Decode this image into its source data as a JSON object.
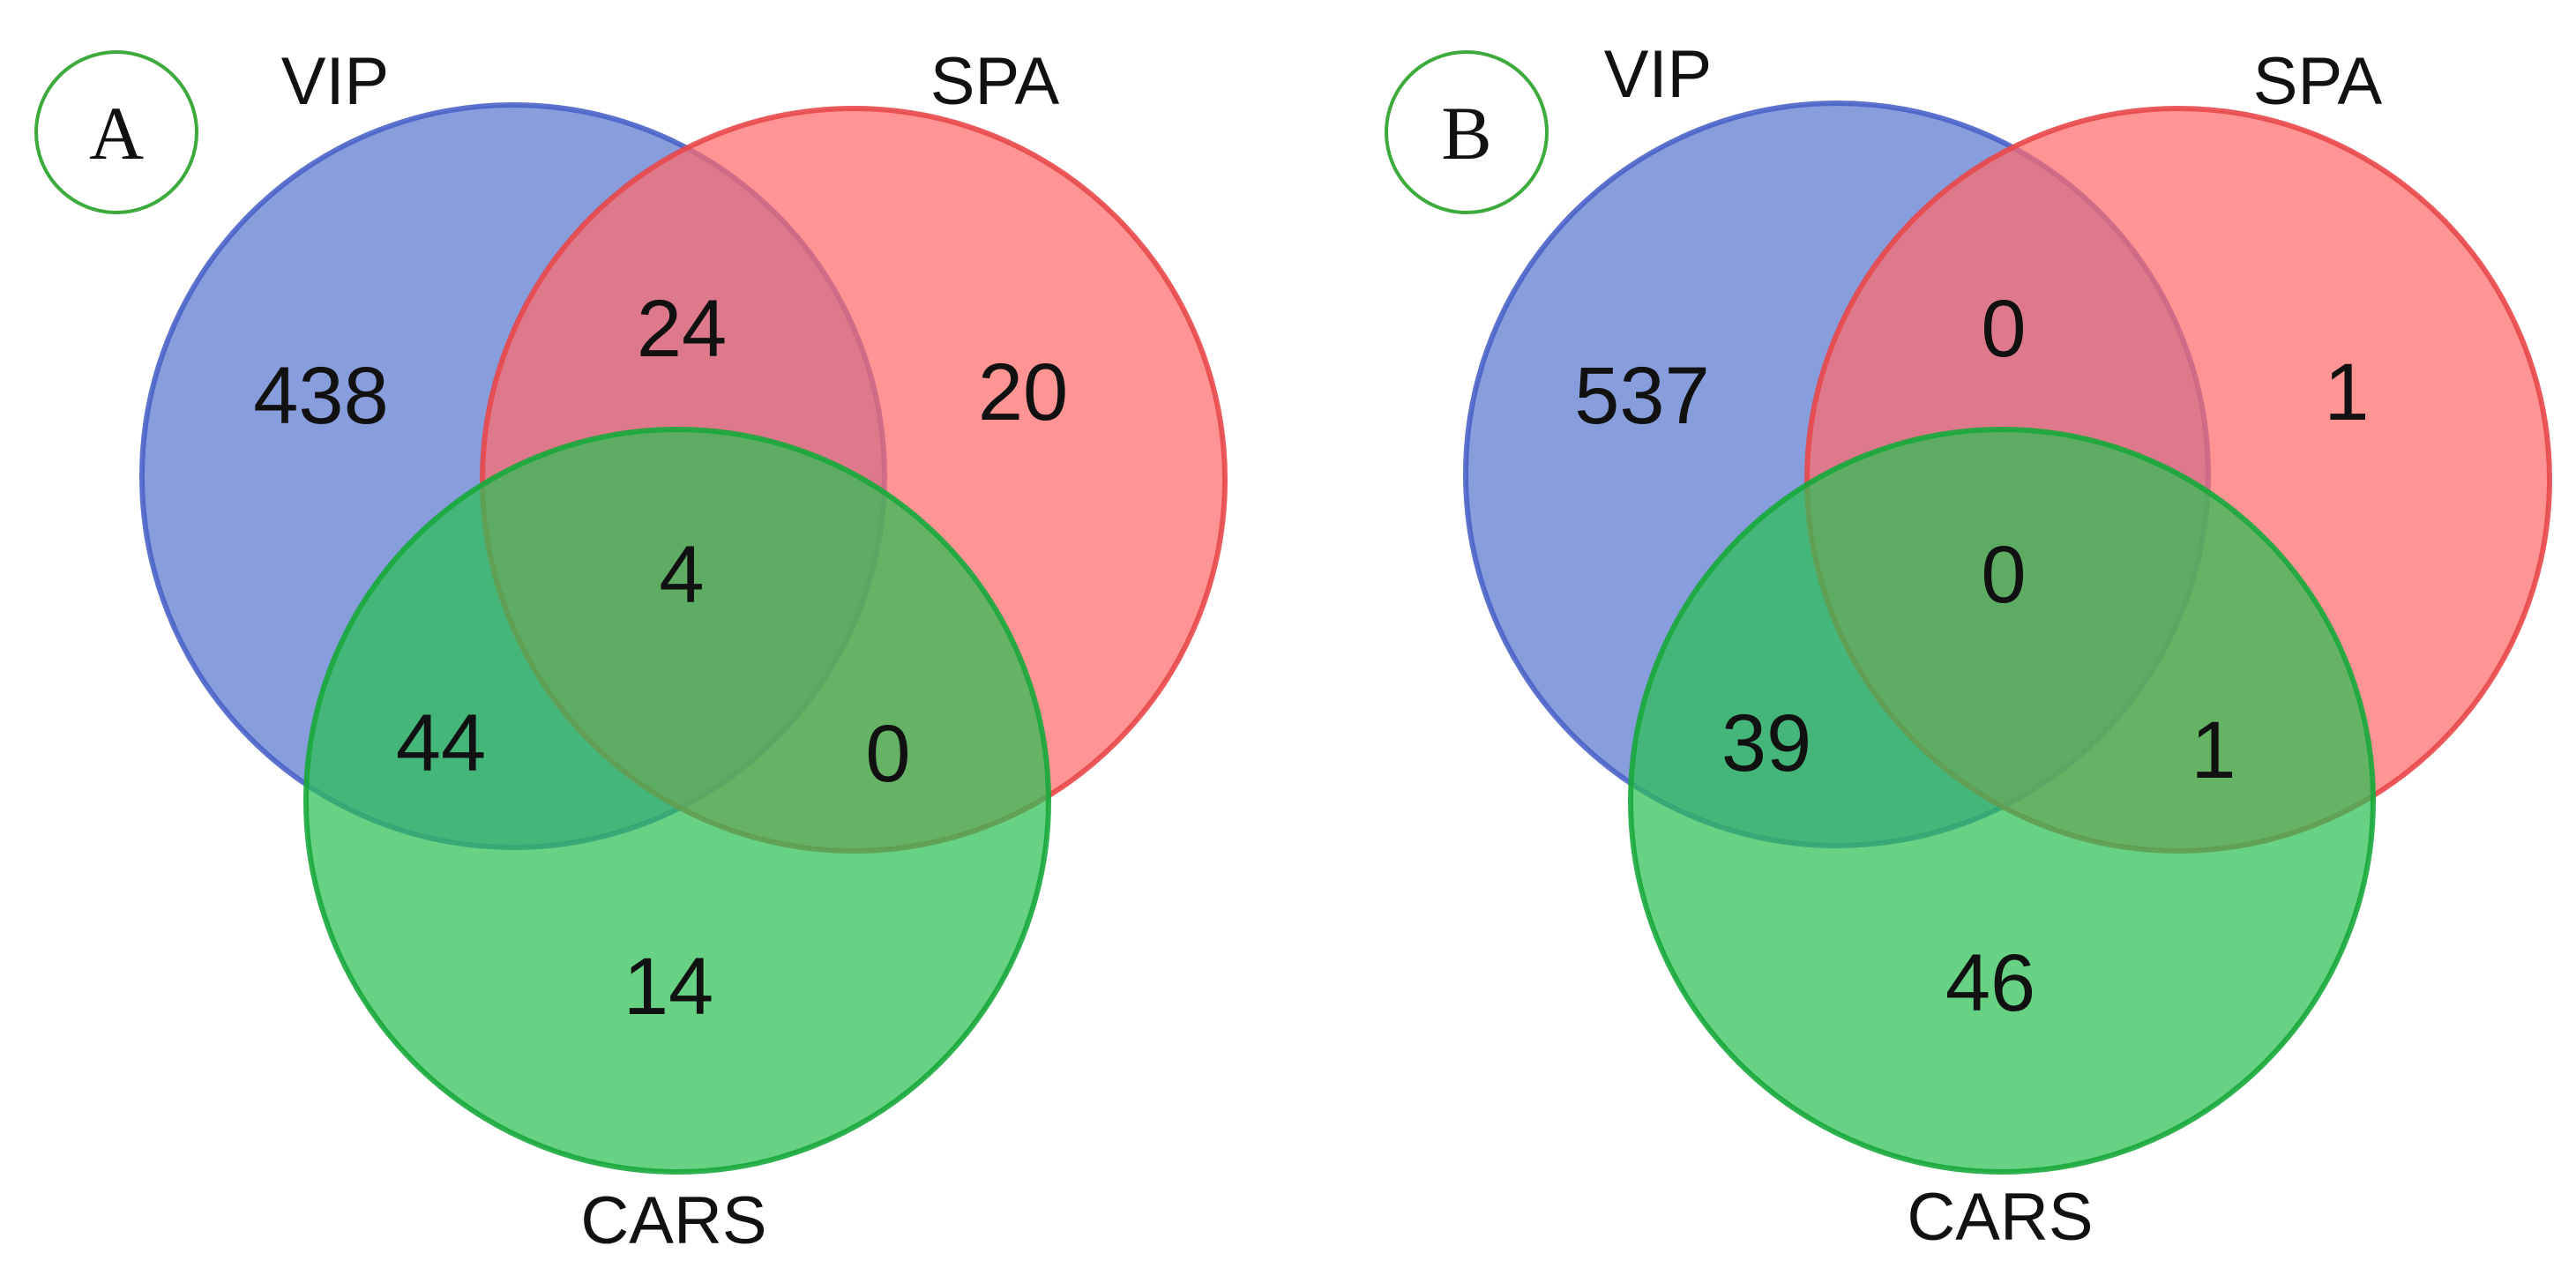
{
  "colors": {
    "vip_fill": "#6c88d4",
    "vip_stroke": "#4a63c8",
    "spa_fill": "#ff6b6b",
    "spa_stroke": "#e8484a",
    "cars_fill": "#2dbf55",
    "cars_stroke": "#17a83b",
    "panel_badge_stroke": "#3cab3c"
  },
  "panels": [
    {
      "letter": "A",
      "labels": {
        "vip": "VIP",
        "spa": "SPA",
        "cars": "CARS"
      },
      "counts": {
        "vip_only": "438",
        "spa_only": "20",
        "cars_only": "14",
        "vip_spa": "24",
        "vip_cars": "44",
        "spa_cars": "0",
        "all": "4"
      }
    },
    {
      "letter": "B",
      "labels": {
        "vip": "VIP",
        "spa": "SPA",
        "cars": "CARS"
      },
      "counts": {
        "vip_only": "537",
        "spa_only": "1",
        "cars_only": "46",
        "vip_spa": "0",
        "vip_cars": "39",
        "spa_cars": "1",
        "all": "0"
      }
    }
  ]
}
